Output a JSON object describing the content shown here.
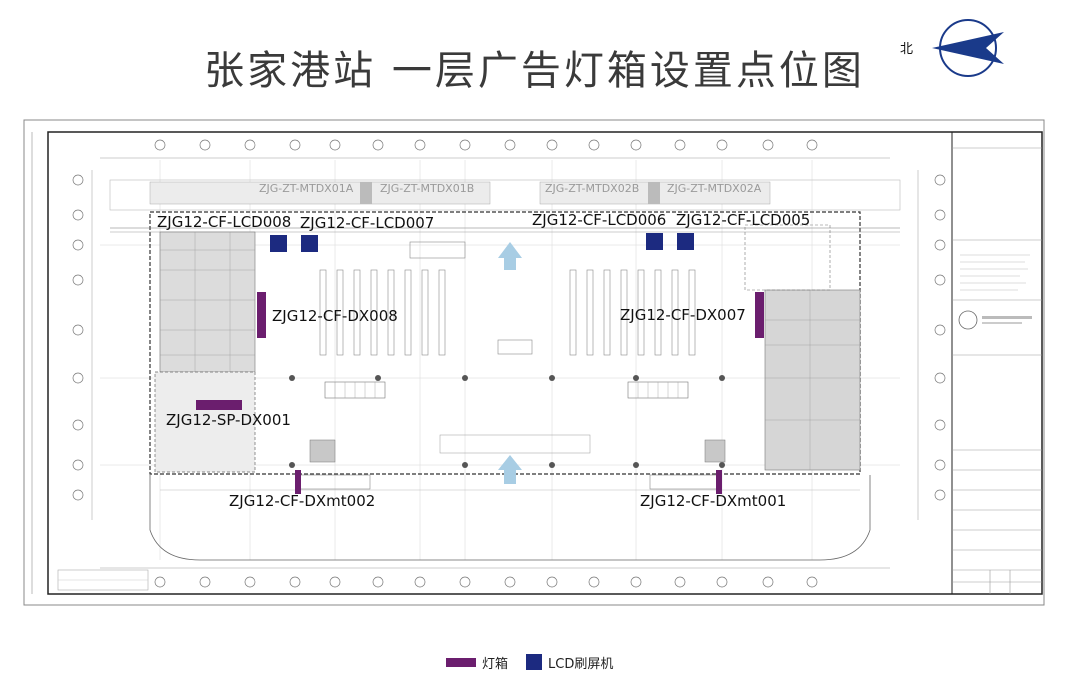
{
  "title": "张家港站  一层广告灯箱设置点位图",
  "north": {
    "label": "北"
  },
  "labels": {
    "lcd008": "ZJG12-CF-LCD008",
    "lcd007": "ZJG12-CF-LCD007",
    "lcd006": "ZJG12-CF-LCD006",
    "lcd005": "ZJG12-CF-LCD005",
    "dx008": "ZJG12-CF-DX008",
    "dx007": "ZJG12-CF-DX007",
    "spdx001": "ZJG12-SP-DX001",
    "dxmt002": "ZJG12-CF-DXmt002",
    "dxmt001": "ZJG12-CF-DXmt001"
  },
  "ghost_labels": {
    "mtdx01a": "ZJG-ZT-MTDX01A",
    "mtdx01b": "ZJG-ZT-MTDX01B",
    "mtdx02b": "ZJG-ZT-MTDX02B",
    "mtdx02a": "ZJG-ZT-MTDX02A"
  },
  "legend": {
    "lightbox_label": "灯箱",
    "lcd_label": "LCD刷屏机"
  },
  "colors": {
    "lightbox": "#6b1e6e",
    "lcd": "#1c2a80",
    "arrow": "#a8cde4",
    "north": "#1a3a8a"
  }
}
